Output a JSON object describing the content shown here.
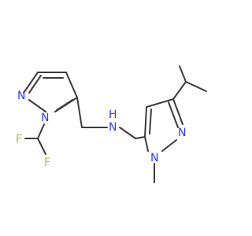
{
  "atoms": {
    "n_ring1_a": {
      "label": "N",
      "color": "#2c3cff"
    },
    "n_ring1_b": {
      "label": "N",
      "color": "#2c3cff"
    },
    "f_top": {
      "label": "F",
      "color": "#9fc050"
    },
    "f_bottom": {
      "label": "F",
      "color": "#9fc050"
    },
    "amine_n": {
      "label": "N",
      "color": "#2c3cff"
    },
    "amine_h": {
      "label": "H",
      "color": "#2c3cff"
    },
    "n_ring2_a": {
      "label": "N",
      "color": "#2c3cff"
    },
    "n_ring2_b": {
      "label": "N",
      "color": "#2c3cff"
    }
  },
  "bond_color": "#3a3a3a"
}
